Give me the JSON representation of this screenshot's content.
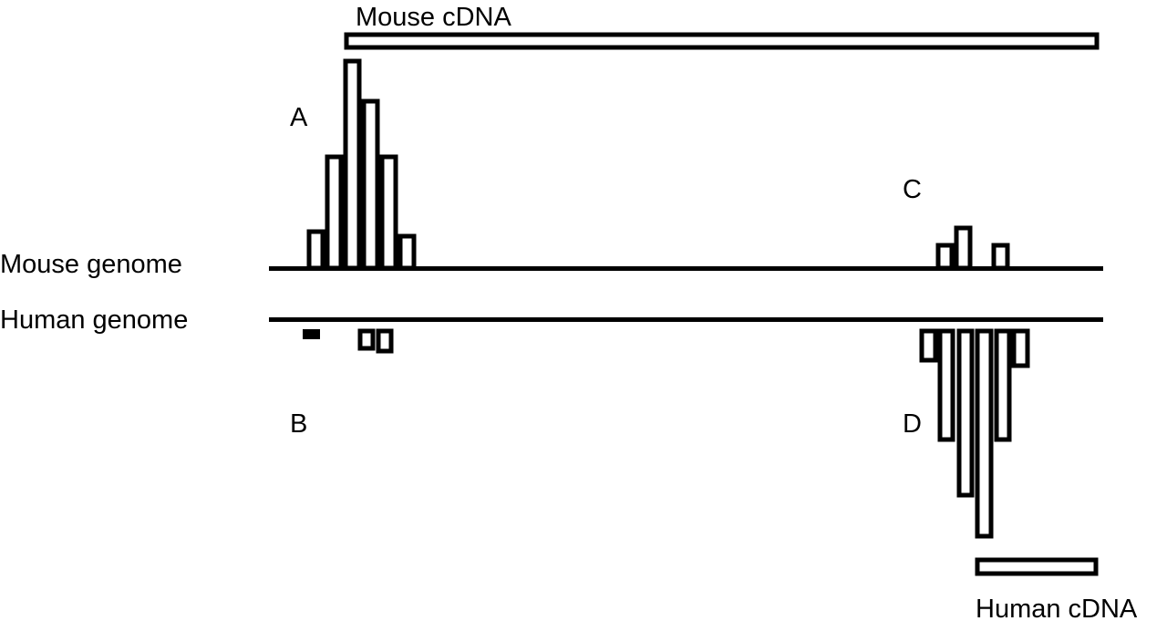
{
  "labels": {
    "mouse_cdna": "Mouse cDNA",
    "human_cdna": "Human cDNA",
    "mouse_genome": "Mouse genome",
    "human_genome": "Human genome",
    "region_a": "A",
    "region_b": "B",
    "region_c": "C",
    "region_d": "D"
  },
  "colors": {
    "ink": "#000000",
    "background": "#ffffff"
  }
}
